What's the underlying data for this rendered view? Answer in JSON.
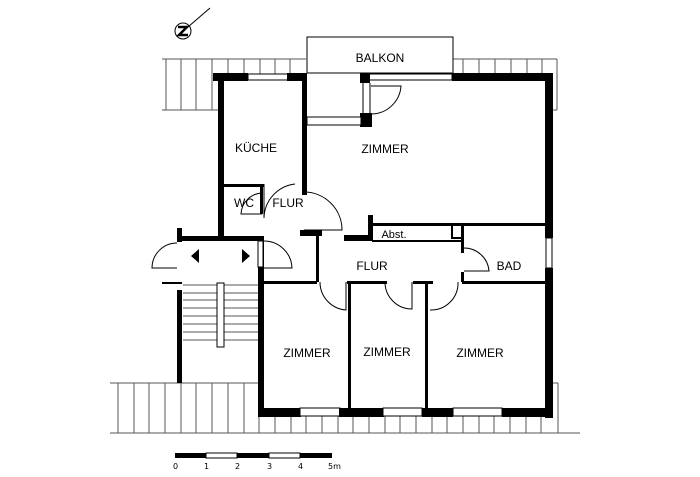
{
  "plan": {
    "type": "apartment floor plan",
    "rooms": {
      "balkon": "BALKON",
      "kueche": "KÜCHE",
      "zimmer_main": "ZIMMER",
      "wc": "WC",
      "flur_upper": "FLUR",
      "abst": "Abst.",
      "flur_lower": "FLUR",
      "bad": "BAD",
      "zimmer_left": "ZIMMER",
      "zimmer_middle": "ZIMMER",
      "zimmer_right": "ZIMMER"
    },
    "north_arrow": {
      "icon": "north-arrow-icon",
      "label": "N"
    },
    "scale_bar": {
      "ticks": [
        "0",
        "1",
        "2",
        "3",
        "4",
        "5m"
      ],
      "unit": "m"
    },
    "colors": {
      "wall": "#000000",
      "background": "#ffffff",
      "line": "#000000"
    }
  }
}
